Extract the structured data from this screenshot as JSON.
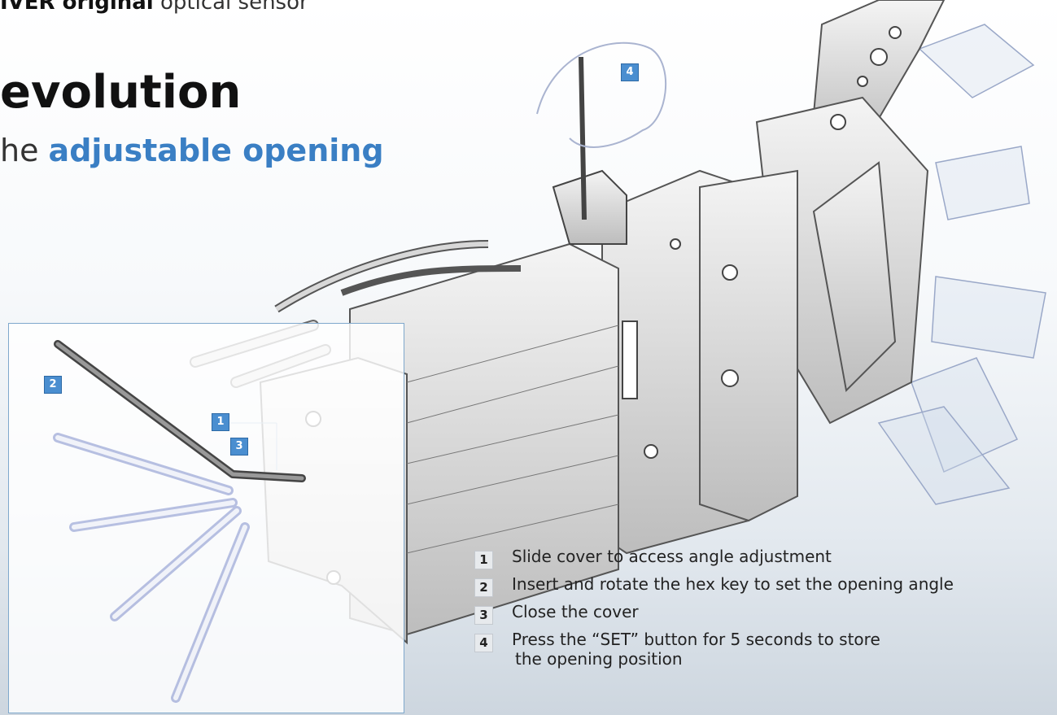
{
  "header": {
    "bold": "IVER original",
    "rest": " optical sensor"
  },
  "title": "evolution",
  "subtitle": {
    "prefix": "he ",
    "accent": "adjustable opening"
  },
  "callouts": {
    "c1": "1",
    "c2": "2",
    "c3": "3",
    "c4": "4"
  },
  "steps": [
    {
      "num": "1",
      "text": "Slide cover to access angle adjustment"
    },
    {
      "num": "2",
      "text": "Insert and rotate the hex key to set the opening angle"
    },
    {
      "num": "3",
      "text": "Close the cover"
    },
    {
      "num": "4",
      "text": "Press the “SET” button for 5 seconds to store",
      "text2": "the opening position"
    }
  ],
  "colors": {
    "accent": "#3a7fc4",
    "badge": "#4a8ed0"
  }
}
